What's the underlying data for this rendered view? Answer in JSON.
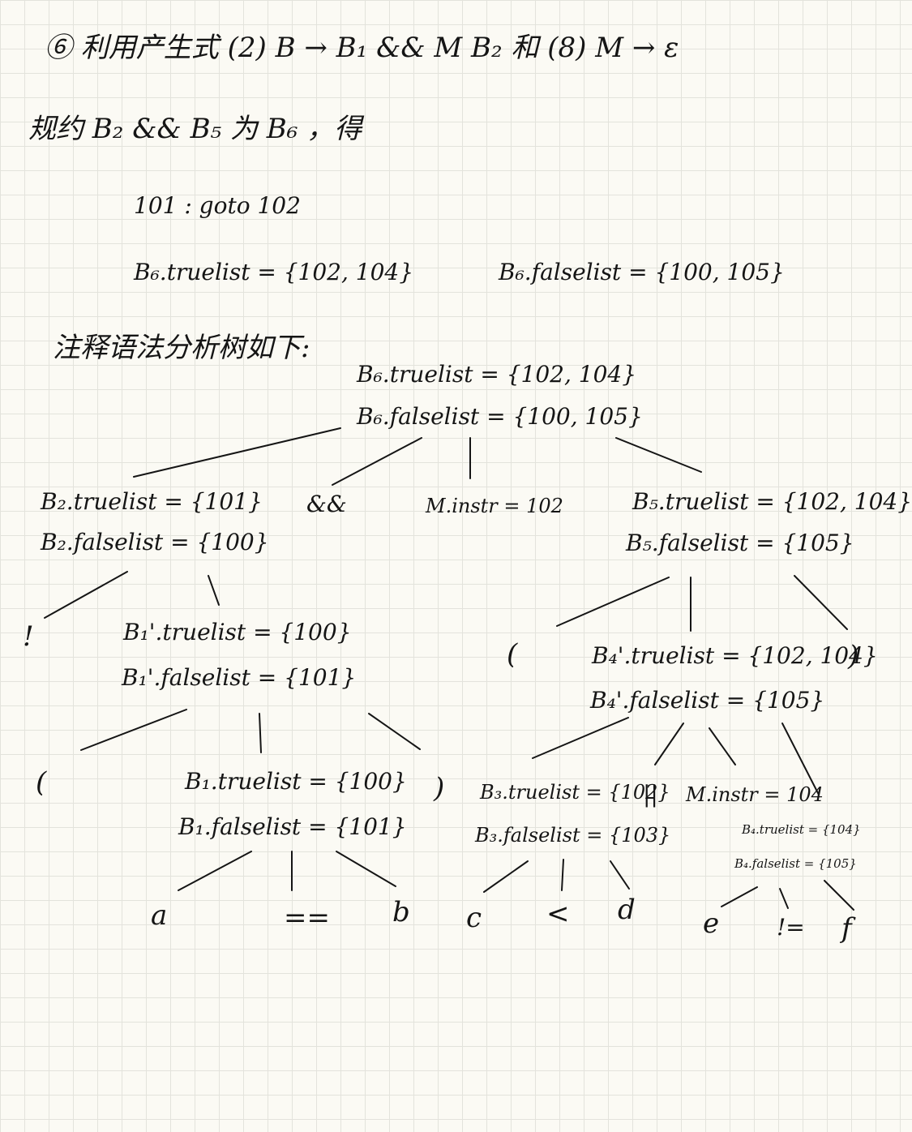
{
  "header": {
    "line1": "⑥ 利用产生式 (2)  B → B₁ && M B₂  和 (8) M → ε",
    "line2": "规约  B₂ && B₅ 为 B₆ ，得"
  },
  "code": {
    "instr": "101 : goto 102",
    "truelist": "B₆.truelist = {102, 104}",
    "falselist": "B₆.falselist = {100, 105}"
  },
  "tree_caption": "注释语法分析树如下:",
  "tree": {
    "root": {
      "truelist": "B₆.truelist = {102, 104}",
      "falselist": "B₆.falselist = {100, 105}"
    },
    "b2": {
      "truelist": "B₂.truelist = {101}",
      "falselist": "B₂.falselist = {100}"
    },
    "and_op": "&&",
    "m1": "M.instr = 102",
    "b5": {
      "truelist": "B₅.truelist = {102, 104}",
      "falselist": "B₅.falselist = {105}"
    },
    "not_op": "!",
    "b1p": {
      "truelist": "B₁'.truelist = {100}",
      "falselist": "B₁'.falselist = {101}"
    },
    "lparen1": "(",
    "b1": {
      "truelist": "B₁.truelist = {100}",
      "falselist": "B₁.falselist = {101}"
    },
    "rparen1": ")",
    "a": "a",
    "eq": "==",
    "b": "b",
    "lparen2": "(",
    "b4p": {
      "truelist": "B₄'.truelist = {102, 104}",
      "falselist": "B₄'.falselist = {105}"
    },
    "rparen2": ")",
    "b3": {
      "truelist": "B₃.truelist = {102}",
      "falselist": "B₃.falselist = {103}"
    },
    "or_op": "||",
    "m2": "M.instr = 104",
    "b4": {
      "truelist": "B₄.truelist = {104}",
      "falselist": "B₄.falselist = {105}"
    },
    "c": "c",
    "lt": "<",
    "d": "d",
    "e": "e",
    "ne": "!=",
    "f": "f"
  }
}
